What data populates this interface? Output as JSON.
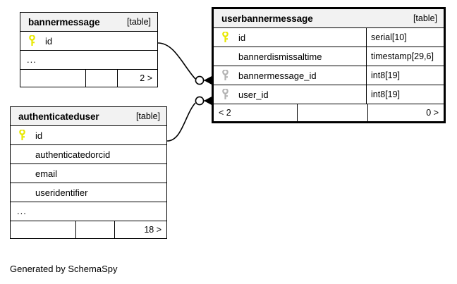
{
  "diagram": {
    "caption": "Generated by SchemaSpy",
    "table_tag": "[table]",
    "colors": {
      "primary_key": "#e8e800",
      "foreign_key": "#b3b3b3",
      "header_bg": "#f2f2f2",
      "border": "#000000",
      "background": "#ffffff"
    }
  },
  "tables": [
    {
      "name": "bannermessage",
      "tag": "[table]",
      "focused": false,
      "columns": [
        {
          "name": "id",
          "key": "primary",
          "type": ""
        }
      ],
      "has_more": true,
      "more_label": "...",
      "footer": {
        "left": "",
        "middle": "",
        "right": "2 >"
      }
    },
    {
      "name": "userbannermessage",
      "tag": "[table]",
      "focused": true,
      "columns": [
        {
          "name": "id",
          "key": "primary",
          "type": "serial[10]"
        },
        {
          "name": "bannerdismissaltime",
          "key": "none",
          "type": "timestamp[29,6]"
        },
        {
          "name": "bannermessage_id",
          "key": "foreign",
          "type": "int8[19]"
        },
        {
          "name": "user_id",
          "key": "foreign",
          "type": "int8[19]"
        }
      ],
      "has_more": false,
      "more_label": "",
      "footer": {
        "left": "< 2",
        "middle": "",
        "right": "0 >"
      }
    },
    {
      "name": "authenticateduser",
      "tag": "[table]",
      "focused": false,
      "columns": [
        {
          "name": "id",
          "key": "primary",
          "type": ""
        },
        {
          "name": "authenticatedorcid",
          "key": "none",
          "type": ""
        },
        {
          "name": "email",
          "key": "none",
          "type": ""
        },
        {
          "name": "useridentifier",
          "key": "none",
          "type": ""
        }
      ],
      "has_more": true,
      "more_label": "...",
      "footer": {
        "left": "",
        "middle": "",
        "right": "18 >"
      }
    }
  ],
  "relationships": [
    {
      "from_table": "bannermessage",
      "from_column": "id",
      "to_table": "userbannermessage",
      "to_column": "bannermessage_id",
      "from_cardinality": "one",
      "to_cardinality": "zero-or-many"
    },
    {
      "from_table": "authenticateduser",
      "from_column": "id",
      "to_table": "userbannermessage",
      "to_column": "user_id",
      "from_cardinality": "one",
      "to_cardinality": "zero-or-many"
    }
  ]
}
